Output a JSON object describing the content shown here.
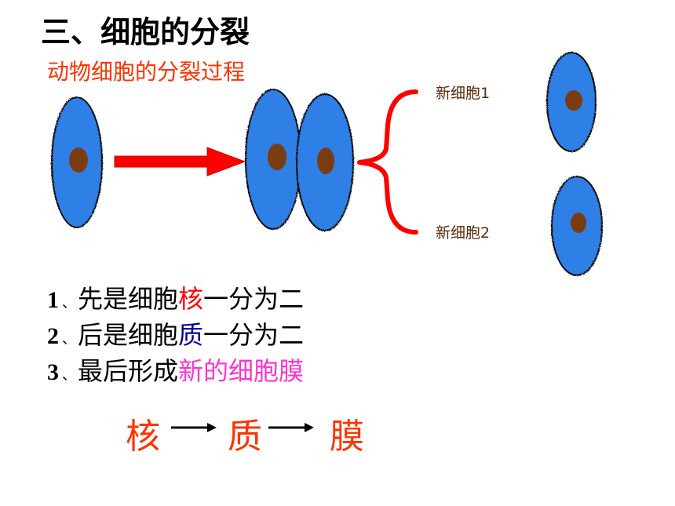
{
  "title": "三、细胞的分裂",
  "subtitle": "动物细胞的分裂过程",
  "labels": {
    "new_cell_1": "新细胞1",
    "new_cell_2": "新细胞2"
  },
  "steps": [
    {
      "num": "1",
      "sep": "、",
      "pre": "先是细胞",
      "highlight": "核",
      "post": "一分为二",
      "highlight_color": "#ff0000"
    },
    {
      "num": "2",
      "sep": "、",
      "pre": "后是细胞",
      "highlight": "质",
      "post": "一分为二",
      "highlight_color": "#000099"
    },
    {
      "num": "3",
      "sep": "、",
      "pre": "最后形成",
      "highlight": "新的细胞膜",
      "post": "",
      "highlight_color": "#ff33cc"
    }
  ],
  "sequence": [
    "核",
    "质",
    "膜"
  ],
  "colors": {
    "cytoplasm": "#2f7fe6",
    "nucleus": "#7a3d12",
    "arrow": "#ff0000",
    "brace": "#ff0000",
    "subtitle": "#ff3300"
  }
}
